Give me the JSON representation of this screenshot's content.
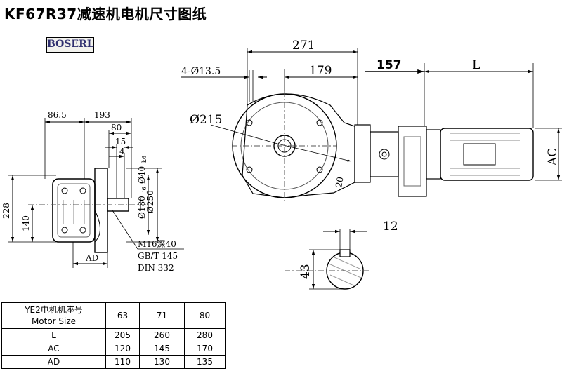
{
  "title": "KF67R37减速机电机尺寸图纸",
  "logo": "BOSERL",
  "dimensions": {
    "side_86_5": "86.5",
    "side_193": "193",
    "side_80": "80",
    "side_15": "15",
    "side_4": "4",
    "side_d40": "Ø40",
    "side_d40_tol": "k6",
    "side_d180": "Ø180",
    "side_d180_tol": "j6",
    "side_d250": "Ø250",
    "side_228": "228",
    "side_140": "140",
    "side_ad": "AD",
    "thread": "M16深40",
    "std1": "GB/T 145",
    "std2": "DIN 332",
    "front_271": "271",
    "front_179": "179",
    "front_holes": "4-Ø13.5",
    "front_d215": "Ø215",
    "front_20": "20",
    "front_157": "157",
    "front_l": "L",
    "front_ac": "AC",
    "key_12": "12",
    "key_43": "43"
  },
  "table": {
    "header_cn": "YE2电机机座号",
    "header_en": "Motor Size",
    "sizes": [
      "63",
      "71",
      "80"
    ],
    "rows": [
      {
        "label": "L",
        "values": [
          "205",
          "260",
          "280"
        ]
      },
      {
        "label": "AC",
        "values": [
          "120",
          "145",
          "170"
        ]
      },
      {
        "label": "AD",
        "values": [
          "110",
          "130",
          "135"
        ]
      }
    ]
  }
}
